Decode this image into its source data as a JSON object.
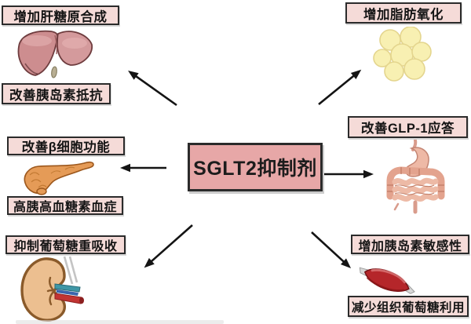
{
  "diagram": {
    "center": {
      "label": "SGLT2抑制剂"
    },
    "nodes": {
      "liver": {
        "labels": [
          "增加肝糖原合成",
          "改善胰岛素抵抗"
        ],
        "icon": "liver-icon"
      },
      "pancreas": {
        "labels": [
          "改善β细胞功能",
          "高胰高血糖素血症"
        ],
        "icon": "pancreas-icon"
      },
      "kidney": {
        "labels": [
          "抑制葡萄糖重吸收"
        ],
        "icon": "kidney-icon"
      },
      "fat": {
        "labels": [
          "增加脂肪氧化"
        ],
        "icon": "fat-cells-icon"
      },
      "gut": {
        "labels": [
          "改善GLP-1应答"
        ],
        "icon": "intestine-icon"
      },
      "muscle": {
        "labels": [
          "增加胰岛素敏感性",
          "减少组织葡萄糖利用"
        ],
        "icon": "muscle-icon"
      }
    },
    "edges": [
      {
        "from": "center",
        "to": "liver",
        "direction": "upper-left"
      },
      {
        "from": "center",
        "to": "fat",
        "direction": "upper-right"
      },
      {
        "from": "center",
        "to": "pancreas",
        "direction": "left"
      },
      {
        "from": "center",
        "to": "gut",
        "direction": "right"
      },
      {
        "from": "center",
        "to": "kidney",
        "direction": "lower-left"
      },
      {
        "from": "center",
        "to": "muscle",
        "direction": "lower-right"
      }
    ],
    "colors": {
      "label_box_fill": "#f5dbd8",
      "center_box_fill": "#e7a7a7",
      "box_border": "#2b2b2b",
      "arrow": "#141414"
    }
  }
}
